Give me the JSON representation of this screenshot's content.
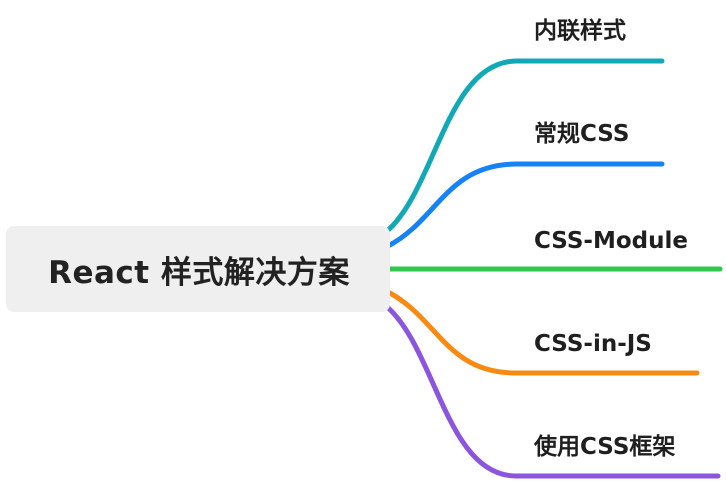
{
  "root": {
    "label": "React 样式解决方案"
  },
  "branches": [
    {
      "label": "内联样式",
      "color": "#11a9b5"
    },
    {
      "label": "常规CSS",
      "color": "#1583f5"
    },
    {
      "label": "CSS-Module",
      "color": "#2cc94c"
    },
    {
      "label": "CSS-in-JS",
      "color": "#f88a12"
    },
    {
      "label": "使用CSS框架",
      "color": "#8c55de"
    }
  ],
  "colors": {
    "root_background": "#eeefee",
    "text": "#1f1f1f"
  }
}
